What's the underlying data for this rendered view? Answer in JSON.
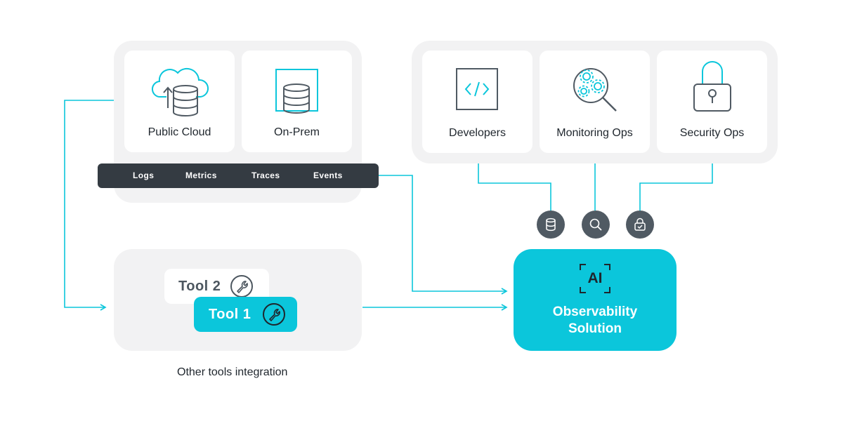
{
  "sources": [
    {
      "label": "Public Cloud",
      "icon": "cloud-database-icon"
    },
    {
      "label": "On-Prem",
      "icon": "server-database-icon"
    }
  ],
  "signals": [
    "Logs",
    "Metrics",
    "Traces",
    "Events"
  ],
  "consumers": [
    {
      "label": "Developers",
      "icon": "code-icon"
    },
    {
      "label": "Monitoring Ops",
      "icon": "gears-magnifier-icon"
    },
    {
      "label": "Security Ops",
      "icon": "padlock-icon"
    }
  ],
  "connectors": [
    "database-icon",
    "search-icon",
    "lock-icon"
  ],
  "tools": [
    {
      "label": "Tool 2",
      "icon": "wrench-icon"
    },
    {
      "label": "Tool 1",
      "icon": "wrench-icon"
    }
  ],
  "tools_caption": "Other tools integration",
  "solution": {
    "badge": "AI",
    "title": "Observability Solution"
  },
  "colors": {
    "accent": "#0bc6db",
    "dark": "#343b42",
    "panel": "#f2f2f3",
    "icon_gray": "#505a63"
  }
}
